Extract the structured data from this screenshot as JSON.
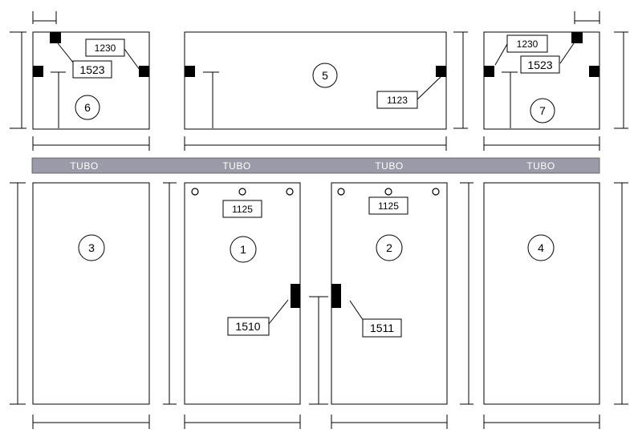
{
  "colors": {
    "tubo_bar": "#9a9aa8",
    "line": "#000000",
    "background": "#ffffff"
  },
  "tubo_labels": [
    "TUBO",
    "TUBO",
    "TUBO",
    "TUBO"
  ],
  "panels": {
    "p1": "1",
    "p2": "2",
    "p3": "3",
    "p4": "4",
    "p5": "5",
    "p6": "6",
    "p7": "7"
  },
  "codes": {
    "p6_top": "1230",
    "p6_bottom": "1523",
    "p5_right": "1123",
    "p7_top": "1230",
    "p7_bottom": "1523",
    "p1_top": "1125",
    "p1_hinge": "1510",
    "p2_top": "1125",
    "p2_hinge": "1511"
  }
}
